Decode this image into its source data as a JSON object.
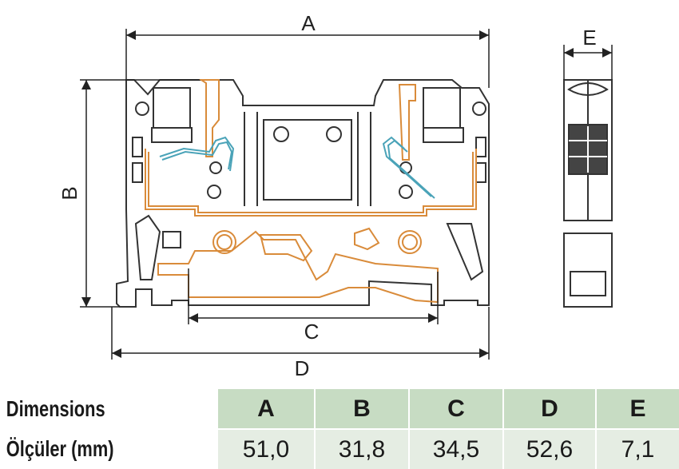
{
  "diagram": {
    "labels": {
      "a": "A",
      "b": "B",
      "c": "C",
      "d": "D",
      "e": "E"
    },
    "colors": {
      "line": "#333333",
      "conductor": "#d98b3a",
      "spring": "#4aa3b8",
      "housing": "#ffffff"
    }
  },
  "table": {
    "row_labels": [
      "Dimensions",
      "Ölçüler (mm)"
    ],
    "headers": [
      "A",
      "B",
      "C",
      "D",
      "E"
    ],
    "values": [
      "51,0",
      "31,8",
      "34,5",
      "52,6",
      "7,1"
    ],
    "colors": {
      "header_bg": "#c7dcc3",
      "value_bg": "#e5ede3"
    }
  }
}
